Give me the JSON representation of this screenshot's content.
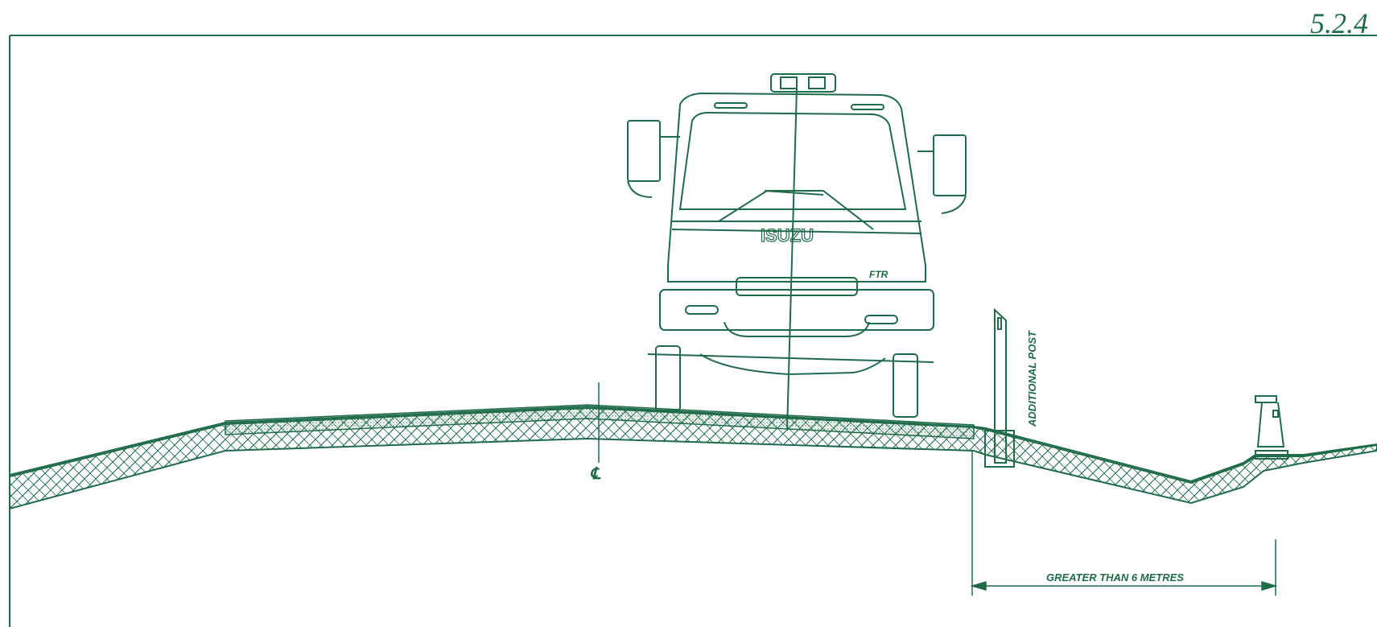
{
  "page_number": "5.2.4",
  "labels": {
    "additional_post": "ADDITIONAL POST",
    "centreline": "℄",
    "truck_brand": "ISUZU",
    "truck_model": "FTR",
    "dimension": "GREATER THAN 6 METRES"
  },
  "colors": {
    "line": "#1f6b4a",
    "background": "#ffffff"
  }
}
